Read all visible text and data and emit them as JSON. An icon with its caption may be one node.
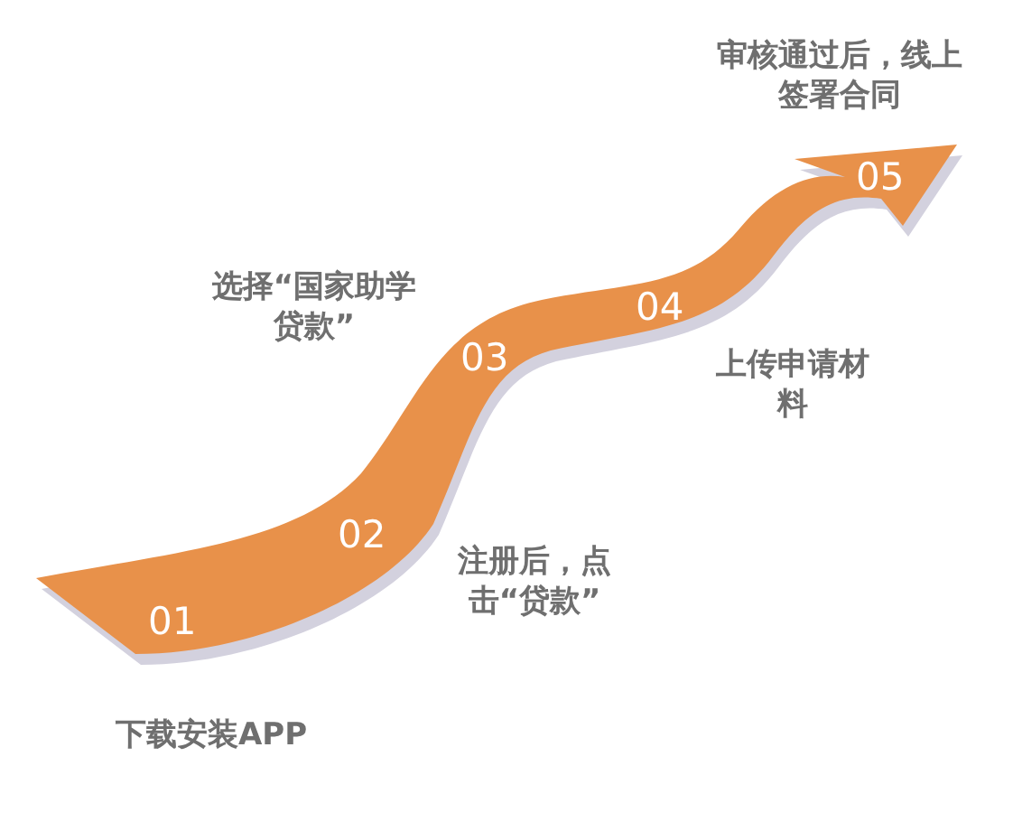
{
  "diagram": {
    "labels": [
      "审核通过后，线上签署合同",
      "05",
      "选择“国家助学贷款”",
      "04",
      "03",
      "上传申请材料",
      "02",
      "注册后，点击“贷款”",
      "01",
      "下载安装APP"
    ]
  }
}
